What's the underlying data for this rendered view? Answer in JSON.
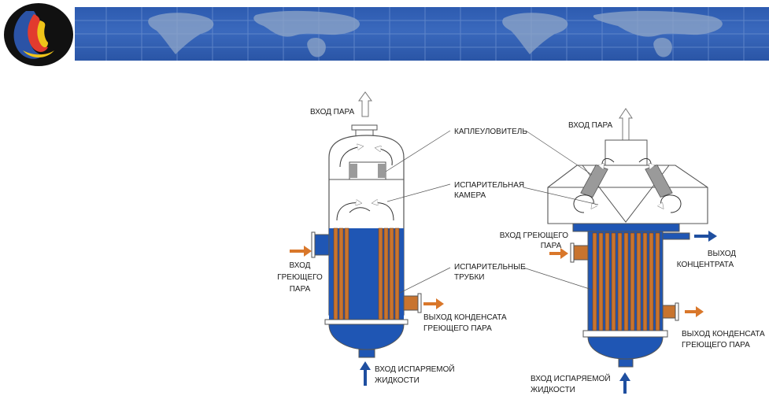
{
  "header": {
    "logo_icon": "flame-drop-logo",
    "banner": "world-map-banner"
  },
  "colors": {
    "steam_arrow": "#d9772a",
    "liquid_arrow": "#1f4fa0",
    "liquid_fill": "#1f56b4",
    "tube_fill": "#c8742f",
    "vessel_outline": "#555555"
  },
  "left_evaporator": {
    "vapor_out": "ВХОД ПАРА",
    "heating_steam_in": [
      "ВХОД",
      "ГРЕЮЩЕГО",
      "ПАРА"
    ],
    "condensate_out": [
      "ВЫХОД КОНДЕНСАТА",
      "ГРЕЮЩЕГО ПАРА"
    ],
    "liquid_in": [
      "ВХОД ИСПАРЯЕМОЙ",
      "ЖИДКОСТИ"
    ]
  },
  "center_labels": {
    "droplet_separator": "КАПЛЕУЛОВИТЕЛЬ",
    "evaporation_chamber": [
      "ИСПАРИТЕЛЬНАЯ",
      "КАМЕРА"
    ],
    "evaporation_tubes": [
      "ИСПАРИТЕЛЬНЫЕ",
      "ТРУБКИ"
    ]
  },
  "right_evaporator": {
    "vapor_out": "ВХОД ПАРА",
    "heating_steam_in": [
      "ВХОД ГРЕЮЩЕГО",
      "ПАРА"
    ],
    "concentrate_out": [
      "ВЫХОД",
      "КОНЦЕНТРАТА"
    ],
    "condensate_out": [
      "ВЫХОД КОНДЕНСАТА",
      "ГРЕЮЩЕГО ПАРА"
    ],
    "liquid_in": [
      "ВХОД ИСПАРЯЕМОЙ",
      "ЖИДКОСТИ"
    ]
  }
}
